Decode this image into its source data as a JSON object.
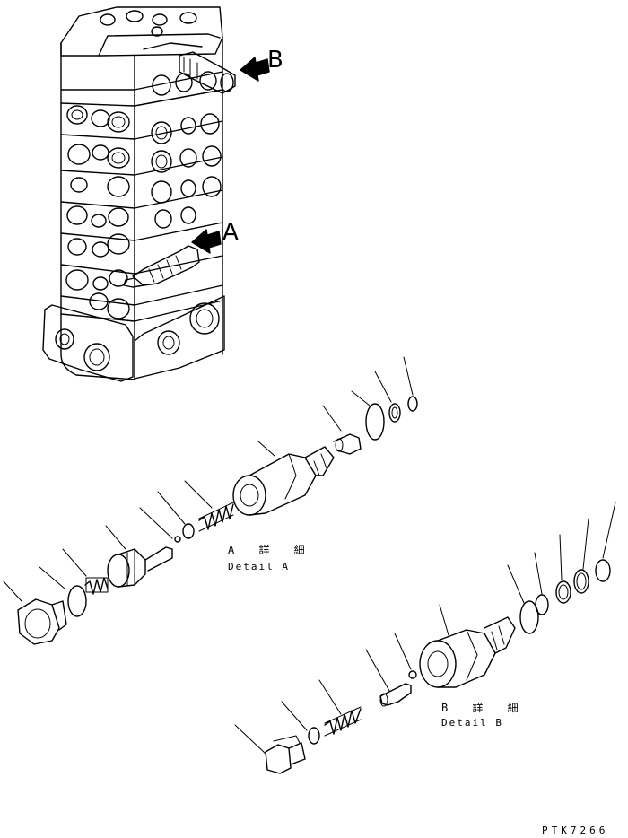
{
  "callouts": {
    "b_letter": "B",
    "a_letter": "A"
  },
  "detail_a": {
    "jp": "A 詳 細",
    "en": "Detail A"
  },
  "detail_b": {
    "jp": "B 詳 細",
    "en": "Detail B"
  },
  "drawing_code": "PTK7266",
  "colors": {
    "line": "#000000",
    "background": "#ffffff"
  }
}
